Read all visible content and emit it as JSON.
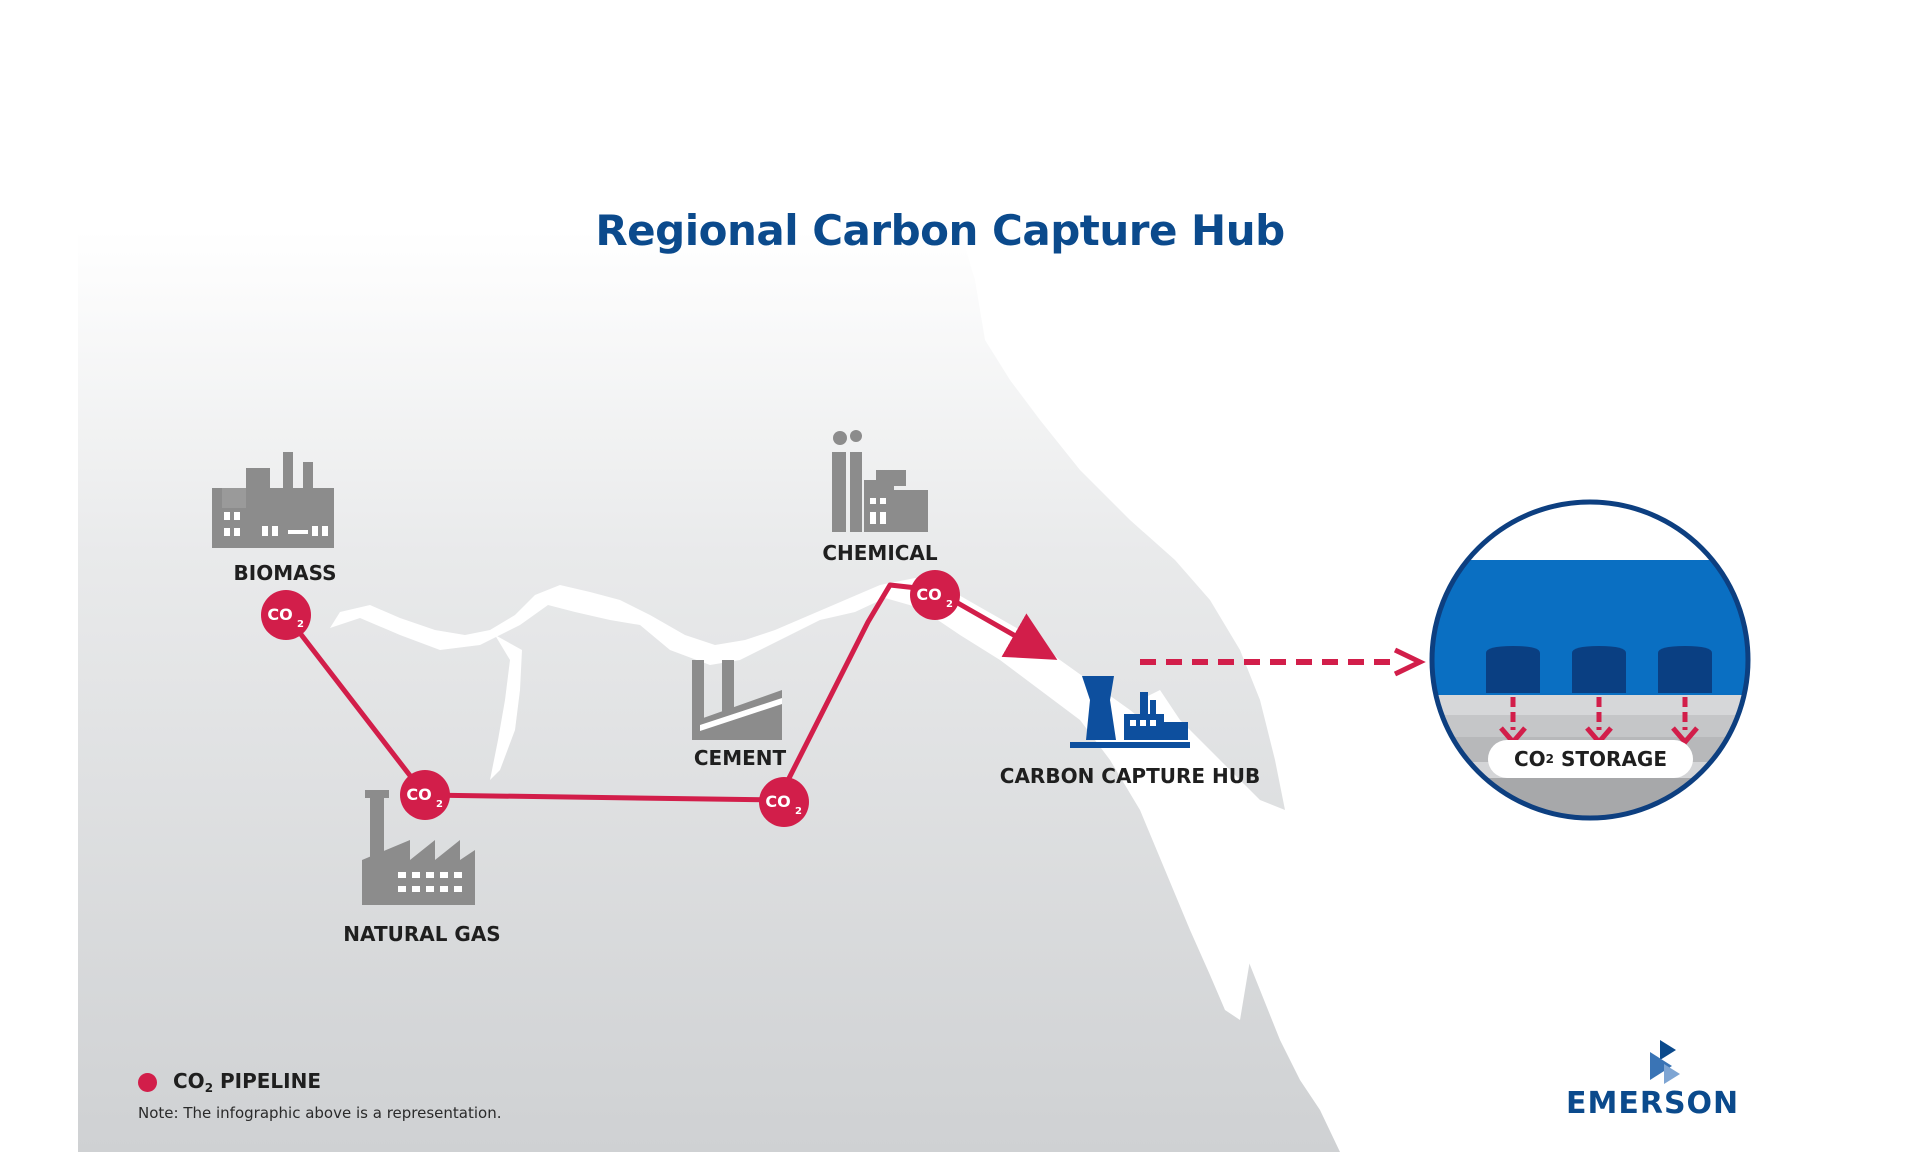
{
  "title": "Regional Carbon Capture Hub",
  "sources": {
    "biomass": "BIOMASS",
    "natural_gas": "NATURAL GAS",
    "cement": "CEMENT",
    "chemical": "CHEMICAL"
  },
  "hub_label": "CARBON CAPTURE HUB",
  "co2_marker": {
    "prefix": "CO",
    "subscript": "2"
  },
  "storage": {
    "prefix": "CO",
    "subscript": "2",
    "suffix": "STORAGE"
  },
  "legend": {
    "prefix": "CO",
    "subscript": "2",
    "suffix": "PIPELINE"
  },
  "note": "Note: The infographic above is a representation.",
  "brand": "EMERSON",
  "colors": {
    "pipeline_red": "#d21e4a",
    "brand_blue": "#0b4a8c",
    "hub_blue": "#0d4f9e",
    "factory_gray": "#8c8c8c",
    "storage_sky": "#0a6fc2"
  }
}
